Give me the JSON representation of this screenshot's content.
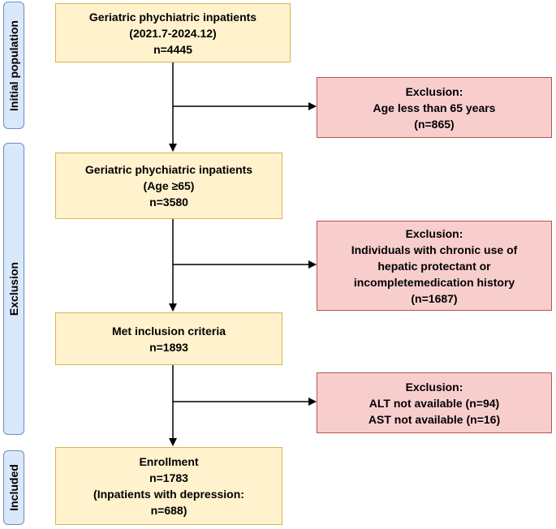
{
  "side_labels": {
    "initial": "Initial population",
    "exclusion": "Exclusion",
    "included": "Included"
  },
  "boxes": {
    "initial": {
      "line1": "Geriatric phychiatric inpatients",
      "line2": "(2021.7-2024.12)",
      "line3": "n=4445"
    },
    "age": {
      "line1": "Geriatric phychiatric inpatients",
      "line2": "(Age ≥65)",
      "line3": "n=3580"
    },
    "criteria": {
      "line1": "Met inclusion criteria",
      "line2": "n=1893"
    },
    "enrollment": {
      "line1": "Enrollment",
      "line2": "n=1783",
      "line3": "(Inpatients with depression:",
      "line4": "n=688)"
    }
  },
  "exclusions": {
    "ex1": {
      "line1": "Exclusion:",
      "line2": "Age less than 65 years",
      "line3": "(n=865)"
    },
    "ex2": {
      "line1": "Exclusion:",
      "line2": "Individuals with chronic use of",
      "line3": "hepatic protectant or",
      "line4": "incompletemedication history",
      "line5": "(n=1687)"
    },
    "ex3": {
      "line1": "Exclusion:",
      "line2": "ALT not available (n=94)",
      "line3": "AST not available (n=16)"
    }
  },
  "colors": {
    "main_fill": "#fff2cc",
    "main_border": "#d6b656",
    "exclusion_fill": "#f8cecc",
    "exclusion_border": "#b85450",
    "side_fill": "#dae8fc",
    "side_border": "#6c8ebf"
  }
}
